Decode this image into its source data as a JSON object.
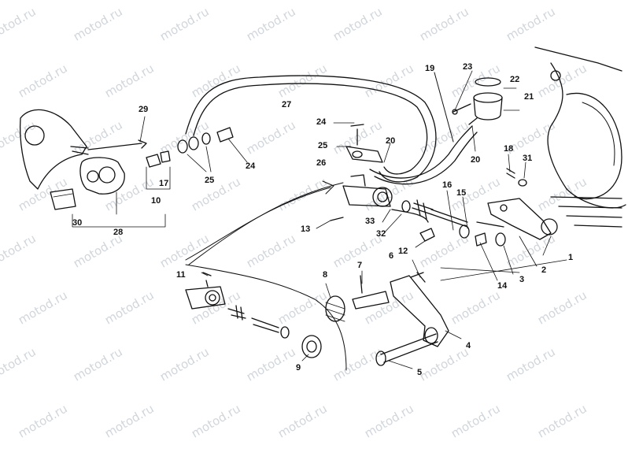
{
  "watermark": "motod.ru",
  "callouts": [
    "1",
    "2",
    "3",
    "4",
    "5",
    "6",
    "7",
    "8",
    "9",
    "10",
    "11",
    "12",
    "13",
    "14",
    "15",
    "16",
    "17",
    "18",
    "19",
    "20",
    "20",
    "21",
    "22",
    "23",
    "24",
    "24",
    "25",
    "25",
    "26",
    "27",
    "28",
    "29",
    "30",
    "31",
    "32",
    "33"
  ]
}
